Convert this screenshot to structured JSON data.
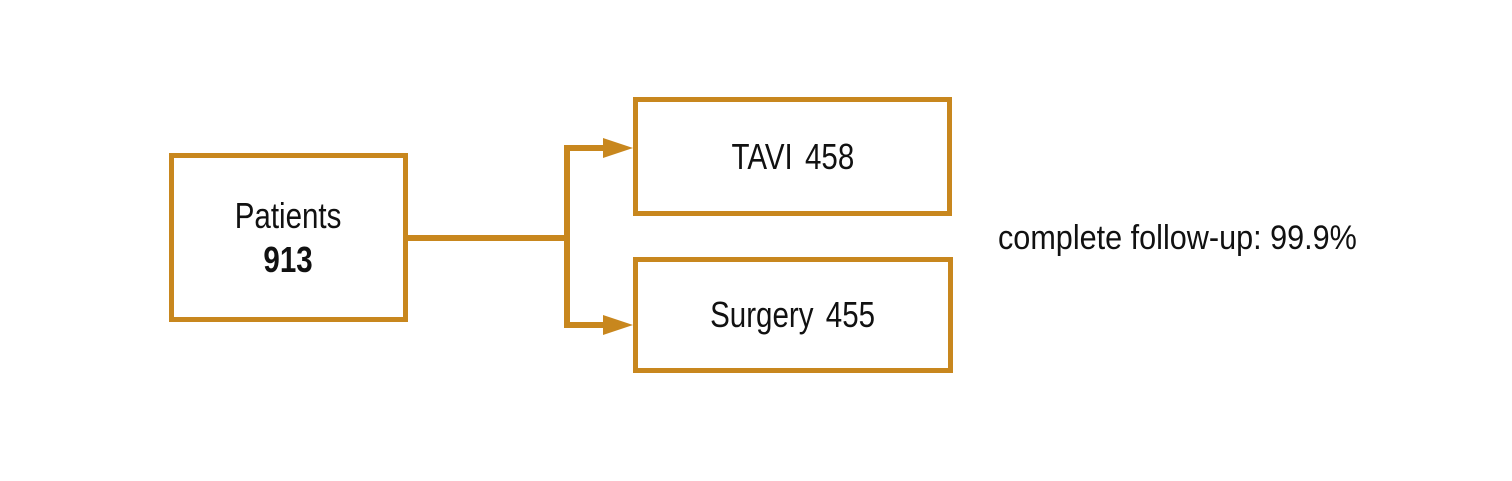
{
  "colors": {
    "accent": "#C8871E",
    "text": "#111111",
    "background": "#FFFFFF"
  },
  "diagram": {
    "root": {
      "label": "Patients",
      "count": "913"
    },
    "branches": [
      {
        "label": "TAVI",
        "count": "458"
      },
      {
        "label": "Surgery",
        "count": "455"
      }
    ],
    "note": "complete follow-up: 99.9%"
  }
}
